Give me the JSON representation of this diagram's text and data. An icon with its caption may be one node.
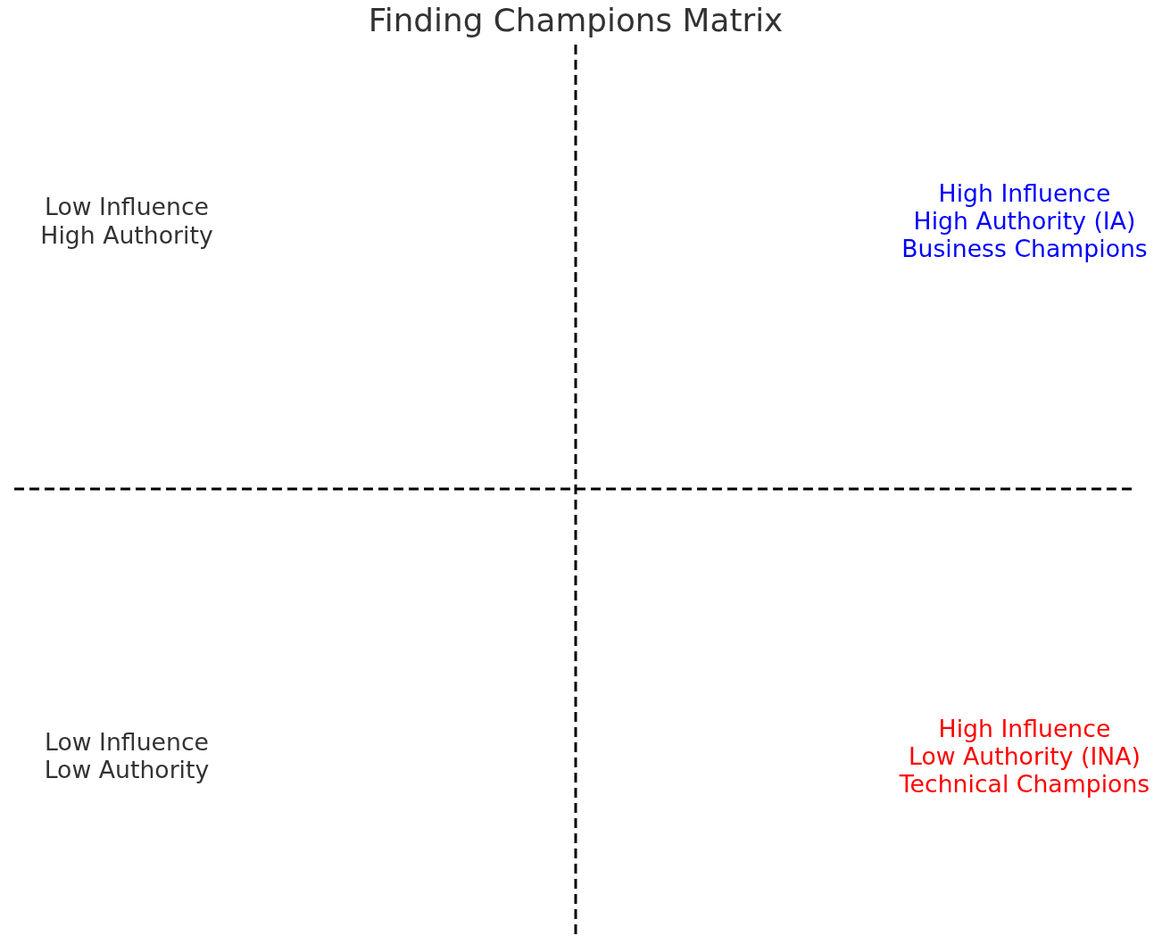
{
  "diagram": {
    "title": "Finding Champions Matrix",
    "labels": [
      "Low Influence",
      "High Authority",
      "High Influence",
      "High Authority (IA)",
      "Business Champions",
      "Low Influence",
      "Low Authority",
      "High Influence",
      "Low Authority (INA)",
      "Technical Champions"
    ]
  }
}
